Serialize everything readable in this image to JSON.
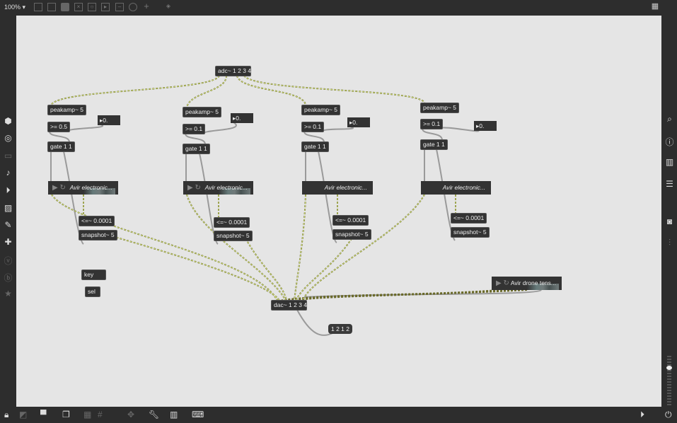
{
  "toolbar": {
    "zoom": "100%"
  },
  "objects": {
    "adc": "adc~ 1 2 3 4",
    "c1": {
      "peakamp": "peakamp~ 5",
      "ge": ">= 0.5",
      "num": "0.",
      "gate": "gate 1 1",
      "player": "Avir electronic...",
      "le": "<=~ 0.0001",
      "snap": "snapshot~ 5"
    },
    "c2": {
      "peakamp": "peakamp~ 5",
      "ge": ">= 0.1",
      "num": "0.",
      "gate": "gate 1 1",
      "player": "Avir electronic...",
      "le": "<=~ 0.0001",
      "snap": "snapshot~ 5"
    },
    "c3": {
      "peakamp": "peakamp~ 5",
      "ge": ">= 0.1",
      "num": "0.",
      "gate": "gate 1 1",
      "player": "Avir electronic...",
      "le": "<=~ 0.0001",
      "snap": "snapshot~ 5"
    },
    "c4": {
      "peakamp": "peakamp~ 5",
      "ge": ">= 0.1",
      "num": "0.",
      "gate": "gate 1 1",
      "player": "Avir electronic...",
      "le": "<=~ 0.0001",
      "snap": "snapshot~ 5"
    },
    "key": "key",
    "sel": "sel",
    "dac": "dac~ 1 2 3 4",
    "msg": "1 2 1 2",
    "drone": "Avir drone tens..."
  },
  "colors": {
    "canvas": "#e5e5e5",
    "chrome": "#2d2d2d",
    "signal_cord": "#c8d86a",
    "control_cord": "#9a9a9a"
  }
}
